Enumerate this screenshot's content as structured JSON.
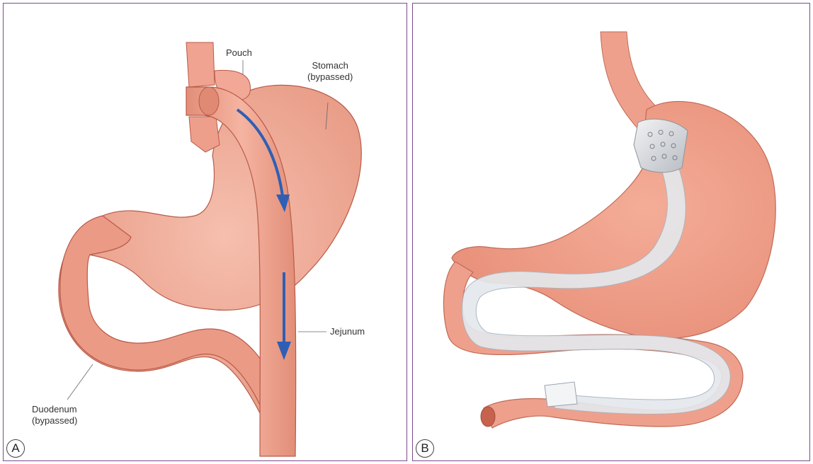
{
  "panels": [
    {
      "letter": "A",
      "labels": {
        "pouch": "Pouch",
        "stomach": "Stomach\n(bypassed)",
        "jejunum": "Jejunum",
        "duodenum": "Duodenum\n(bypassed)"
      }
    },
    {
      "letter": "B"
    }
  ],
  "colors": {
    "tissue": "#f0a390",
    "tissue_dark": "#d9826d",
    "outline": "#b85a48",
    "arrow": "#2e5fb5",
    "sleeve": "#e4e8ec",
    "border": "#7d4a8d"
  }
}
